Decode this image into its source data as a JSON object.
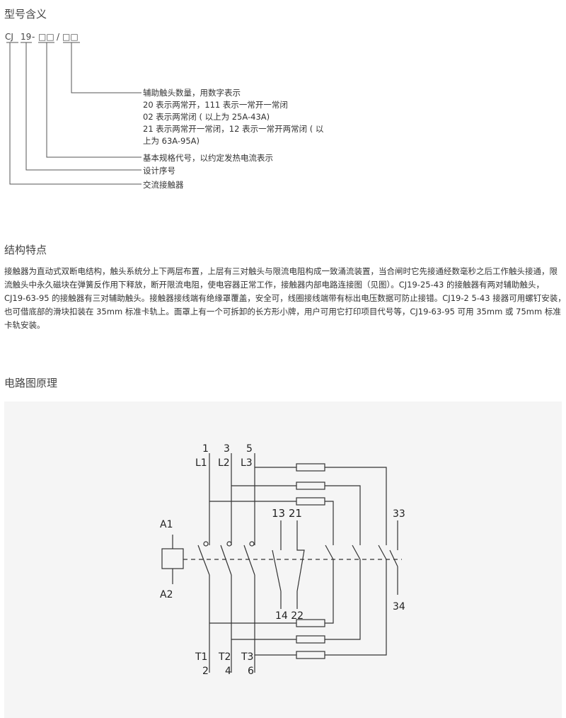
{
  "sections": {
    "model_title": "型号含义",
    "structure_title": "结构特点",
    "circuit_title": "电路图原理"
  },
  "model": {
    "code_parts": [
      "CJ",
      "19",
      "-",
      "□□",
      "/",
      "□□"
    ],
    "legend": [
      "辅助触头数量，用数字表示",
      "20 表示两常开，111 表示一常开一常闭",
      "02 表示两常闭 ( 以上为 25A-43A)",
      "21 表示两常开一常闭，12 表示一常开两常闭 ( 以",
      "上为 63A-95A)",
      "基本规格代号，以约定发热电流表示",
      "设计序号",
      "交流接触器"
    ]
  },
  "structure": {
    "lines": [
      "接触器为直动式双断电结构，触头系统分上下两层布置，上层有三对触头与限流电阻构成一致涌流装置，当合闸时它先接通经数毫秒之后工作触头接通，限",
      "流触头中永久磁块在弹簧反作用下释放，断开限流电阻，使电容器正常工作，接触器内部电路连接图（见图）。CJ19-25-43 的接触器有两对辅助触头，",
      "CJ19-63-95 的接触器有三对辅助触头。接触器接线端有绝缘罩覆盖，安全可，线圈接线端带有标出电压数据可防止接错。CJ19-2 5-43 接器可用螺钉安装，",
      "也可借底部的滑块扣装在 35mm 标准卡轨上。面罩上有一个可拆卸的长方形小牌，用户可用它打印项目代号等，CJ19-63-95 可用 35mm 或 75mm 标准",
      "卡轨安装。"
    ]
  },
  "circuit": {
    "top_numbers": [
      "1",
      "3",
      "5"
    ],
    "top_labels": [
      "L1",
      "L2",
      "L3"
    ],
    "bottom_labels": [
      "T1",
      "T2",
      "T3"
    ],
    "bottom_numbers": [
      "2",
      "4",
      "6"
    ],
    "coil_top": "A1",
    "coil_bottom": "A2",
    "aux_top": "13 21",
    "aux_bottom": "14 22",
    "aux2_top": "33",
    "aux2_bottom": "34"
  }
}
